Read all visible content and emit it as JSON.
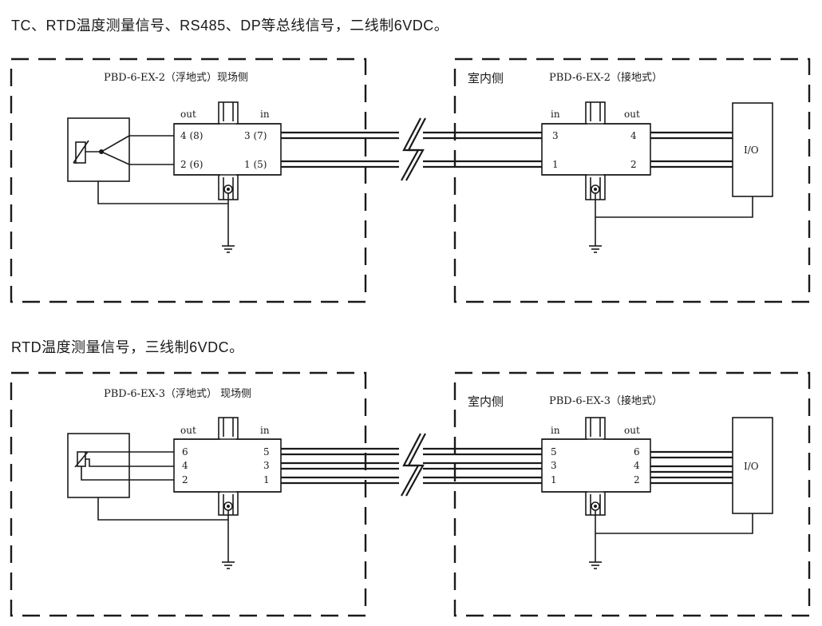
{
  "section1": {
    "heading": "TC、RTD温度测量信号、RS485、DP等总线信号，二线制6VDC。",
    "field_title": "PBD-6-EX-2（浮地式）现场侧",
    "indoor_label": "室内侧",
    "indoor_title": "PBD-6-EX-2（接地式）",
    "field_module": {
      "out": "out",
      "in": "in",
      "out_terms": [
        "4 (8)",
        "2 (6)"
      ],
      "in_terms": [
        "3 (7)",
        "1 (5)"
      ]
    },
    "indoor_module": {
      "in": "in",
      "out": "out",
      "in_terms": [
        "3",
        "1"
      ],
      "out_terms": [
        "4",
        "2"
      ]
    },
    "io_label": "I/O"
  },
  "section2": {
    "heading": "RTD温度测量信号，三线制6VDC。",
    "field_title": "PBD-6-EX-3（浮地式） 现场侧",
    "indoor_label": "室内侧",
    "indoor_title": "PBD-6-EX-3（接地式）",
    "field_module": {
      "out": "out",
      "in": "in",
      "out_terms": [
        "6",
        "4",
        "2"
      ],
      "in_terms": [
        "5",
        "3",
        "1"
      ]
    },
    "indoor_module": {
      "in": "in",
      "out": "out",
      "in_terms": [
        "5",
        "3",
        "1"
      ],
      "out_terms": [
        "6",
        "4",
        "2"
      ]
    },
    "io_label": "I/O"
  }
}
